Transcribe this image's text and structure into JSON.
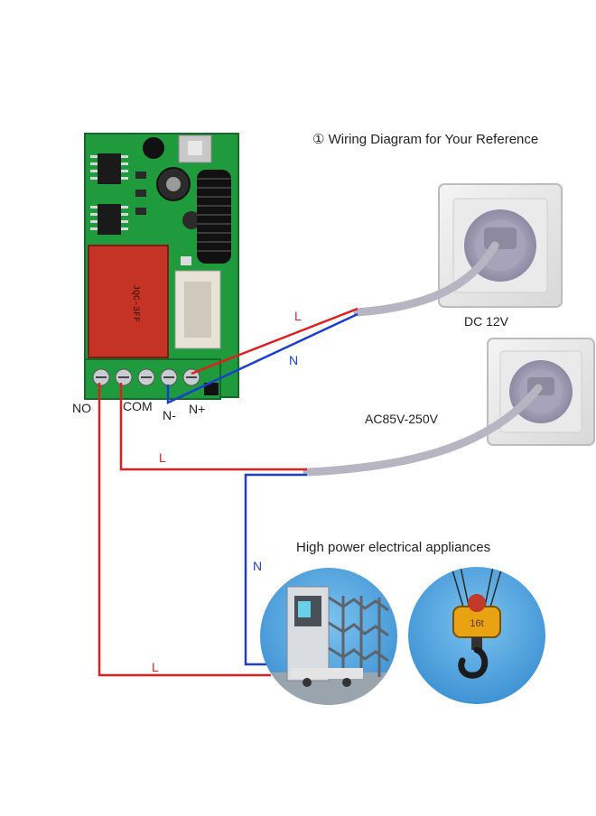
{
  "title": "① Wiring Diagram for Your Reference",
  "terminals": [
    "NO",
    "COM",
    "N-",
    "N+"
  ],
  "dc_label": "DC 12V",
  "ac_label": "AC85V-250V",
  "appliances_label": "High power electrical appliances",
  "wires": {
    "dc_live": "L",
    "dc_neutral": "N",
    "ac_live": "L",
    "ac_neutral": "N",
    "load_live": "L"
  },
  "relay_marking": "JQC-3FF",
  "hook_marking": "16t",
  "colors": {
    "live": "#e02020",
    "neutral": "#1a3fd0",
    "pcb": "#1f9a3c",
    "cable": "#b8b5c2",
    "circle_bg": "#4aa3e0"
  }
}
